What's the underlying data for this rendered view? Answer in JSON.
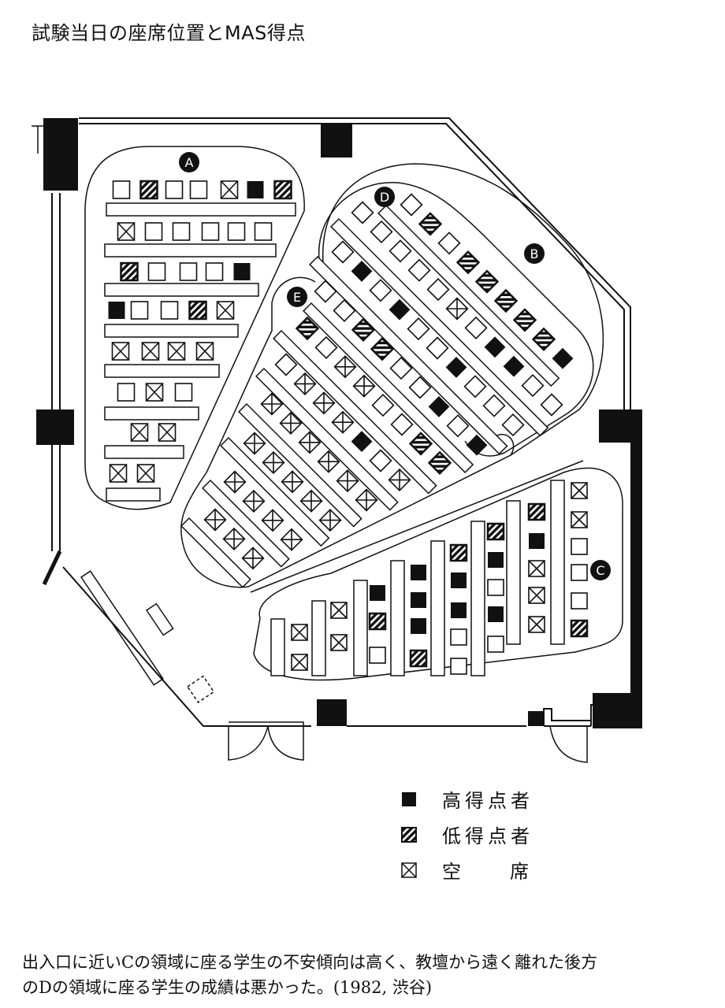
{
  "title": "試験当日の座席位置とMAS得点",
  "region_labels": {
    "A": "A",
    "B": "B",
    "C": "C",
    "D": "D",
    "E": "E"
  },
  "legend": [
    {
      "code": "H",
      "label": "高得点者"
    },
    {
      "code": "L",
      "label": "低得点者"
    },
    {
      "code": "X",
      "label": "空席"
    }
  ],
  "seat_codes": {
    "H": "high-score",
    "L": "low-score",
    "X": "vacant",
    "E": "other"
  },
  "section_A_rows": [
    [
      "E",
      "L",
      "E",
      "E",
      "X",
      "H",
      "L"
    ],
    [
      "X",
      "E",
      "E",
      "E",
      "E",
      "E"
    ],
    [
      "L",
      "E",
      "E",
      "E",
      "H"
    ],
    [
      "H",
      "E",
      "E",
      "L",
      "X"
    ],
    [
      "X",
      "X",
      "X",
      "X"
    ],
    [
      "E",
      "X",
      "E"
    ],
    [
      "X",
      "X"
    ],
    [
      "X",
      "X"
    ]
  ],
  "diagonal_rows": [
    [
      "E",
      "L",
      "E",
      "L",
      "L",
      "L",
      "L",
      "L",
      "H"
    ],
    [
      "E",
      "E",
      "E",
      "E",
      "E",
      "X",
      "E",
      "H",
      "H",
      "E",
      "E"
    ],
    [
      "E",
      "H",
      "E",
      "H",
      "E",
      "E",
      "H",
      "E",
      "E",
      "E"
    ],
    [
      "E",
      "E",
      "L",
      "L",
      "E",
      "E",
      "H",
      "E",
      "H"
    ],
    [
      "L",
      "E",
      "X",
      "X",
      "E",
      "E",
      "L",
      "L"
    ],
    [
      "E",
      "X",
      "X",
      "X",
      "H",
      "E",
      "X"
    ],
    [
      "X",
      "X",
      "X",
      "X",
      "X",
      "X"
    ],
    [
      "X",
      "X",
      "X",
      "X",
      "X"
    ],
    [
      "X",
      "X",
      "X",
      "X"
    ],
    [
      "X",
      "X",
      "X"
    ]
  ],
  "section_C_columns": [
    [
      "X",
      "X"
    ],
    [
      "X",
      "X"
    ],
    [
      "H",
      "L",
      "E"
    ],
    [
      "H",
      "H",
      "H",
      "L"
    ],
    [
      "L",
      "H",
      "H",
      "E",
      "E"
    ],
    [
      "L",
      "H",
      "E",
      "H",
      "E"
    ],
    [
      "L",
      "H",
      "X",
      "X",
      "X"
    ],
    [
      "X",
      "X",
      "E",
      "E",
      "E",
      "L"
    ]
  ],
  "caption": {
    "line1": "出入口に近いCの領域に座る学生の不安傾向は高く、教壇から遠く離れた後方",
    "line2": "のDの領域に座る学生の成績は悪かった。(1982, 渋谷)"
  }
}
